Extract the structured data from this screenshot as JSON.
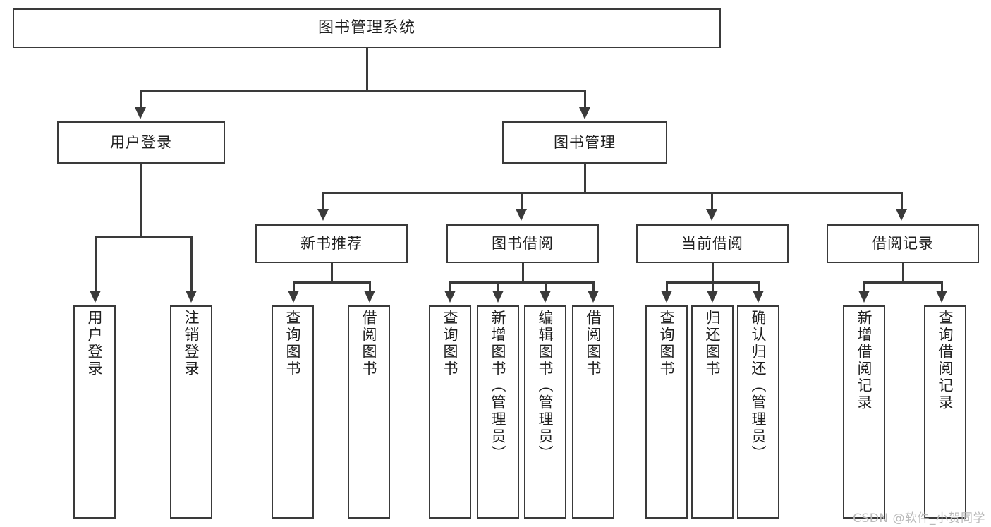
{
  "diagram": {
    "title": "图书管理系统",
    "type": "tree-hierarchy",
    "watermark": "CSDN @软件_小贺同学",
    "stroke_color": "#3a3a3a",
    "background_color": "#ffffff",
    "text_color": "#1f1f1f"
  },
  "root": {
    "label": "图书管理系统"
  },
  "level2": [
    {
      "label": "用户登录"
    },
    {
      "label": "图书管理"
    }
  ],
  "level3": [
    {
      "label": "新书推荐"
    },
    {
      "label": "图书借阅"
    },
    {
      "label": "当前借阅"
    },
    {
      "label": "借阅记录"
    }
  ],
  "leaves": {
    "user_login": [
      {
        "label": "用户登录"
      },
      {
        "label": "注销登录"
      }
    ],
    "new_book_recommend": [
      {
        "label": "查询图书"
      },
      {
        "label": "借阅图书"
      }
    ],
    "book_borrow": [
      {
        "label": "查询图书"
      },
      {
        "label": "新增图书（管理员）"
      },
      {
        "label": "编辑图书（管理员）"
      },
      {
        "label": "借阅图书"
      }
    ],
    "current_borrow": [
      {
        "label": "查询图书"
      },
      {
        "label": "归还图书"
      },
      {
        "label": "确认归还（管理员）"
      }
    ],
    "borrow_record": [
      {
        "label": "新增借阅记录"
      },
      {
        "label": "查询借阅记录"
      }
    ]
  }
}
